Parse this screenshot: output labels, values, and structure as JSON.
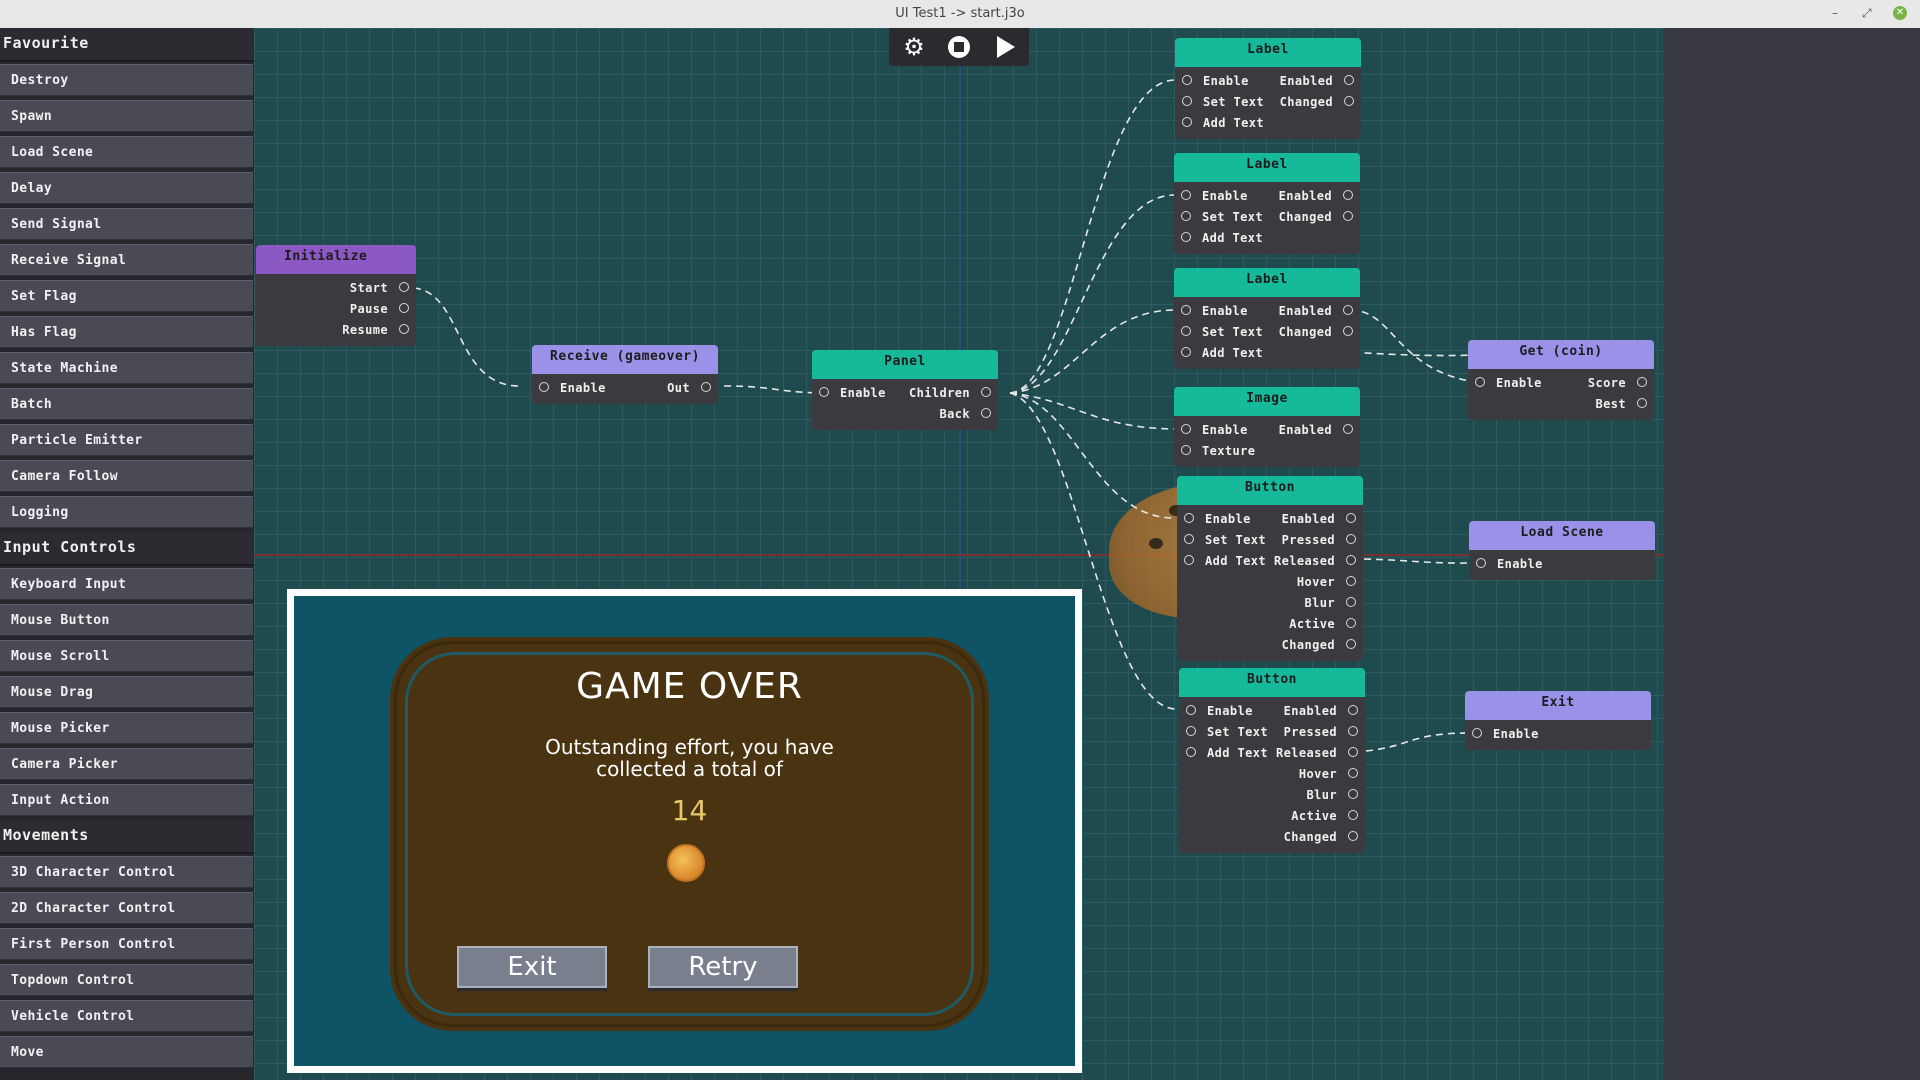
{
  "window": {
    "title": "UI Test1 -> start.j3o"
  },
  "sidebar": {
    "categories": [
      {
        "title": "Favourite",
        "items": [
          "Destroy",
          "Spawn",
          "Load Scene",
          "Delay",
          "Send Signal",
          "Receive Signal",
          "Set Flag",
          "Has Flag",
          "State Machine",
          "Batch",
          "Particle Emitter",
          "Camera Follow",
          "Logging"
        ]
      },
      {
        "title": "Input Controls",
        "items": [
          "Keyboard Input",
          "Mouse Button",
          "Mouse Scroll",
          "Mouse Drag",
          "Mouse Picker",
          "Camera Picker",
          "Input Action"
        ]
      },
      {
        "title": "Movements",
        "items": [
          "3D Character Control",
          "2D Character Control",
          "First Person Control",
          "Topdown Control",
          "Vehicle Control",
          "Move"
        ]
      }
    ]
  },
  "toolbar": {
    "icons": [
      "gear-icon",
      "stop-icon",
      "play-icon"
    ]
  },
  "nodes": {
    "initialize": {
      "title": "Initialize",
      "outputs": [
        "Start",
        "Pause",
        "Resume"
      ]
    },
    "receive": {
      "title": "Receive (gameover)",
      "input": "Enable",
      "output": "Out"
    },
    "panel": {
      "title": "Panel",
      "input": "Enable",
      "outputs": [
        "Children",
        "Back"
      ]
    },
    "label1": {
      "title": "Label",
      "inputs": [
        "Enable",
        "Set Text",
        "Add Text"
      ],
      "outputs": [
        "Enabled",
        "Changed"
      ]
    },
    "label2": {
      "title": "Label",
      "inputs": [
        "Enable",
        "Set Text",
        "Add Text"
      ],
      "outputs": [
        "Enabled",
        "Changed"
      ]
    },
    "label3": {
      "title": "Label",
      "inputs": [
        "Enable",
        "Set Text",
        "Add Text"
      ],
      "outputs": [
        "Enabled",
        "Changed"
      ]
    },
    "image": {
      "title": "Image",
      "inputs": [
        "Enable",
        "Texture"
      ],
      "outputs": [
        "Enabled"
      ]
    },
    "button1": {
      "title": "Button",
      "inputs": [
        "Enable",
        "Set Text",
        "Add Text"
      ],
      "outputs": [
        "Enabled",
        "Pressed",
        "Released",
        "Hover",
        "Blur",
        "Active",
        "Changed"
      ]
    },
    "button2": {
      "title": "Button",
      "inputs": [
        "Enable",
        "Set Text",
        "Add Text"
      ],
      "outputs": [
        "Enabled",
        "Pressed",
        "Released",
        "Hover",
        "Blur",
        "Active",
        "Changed"
      ]
    },
    "getcoin": {
      "title": "Get (coin)",
      "input": "Enable",
      "outputs": [
        "Score",
        "Best"
      ]
    },
    "loadscene": {
      "title": "Load Scene",
      "input": "Enable"
    },
    "exit": {
      "title": "Exit",
      "input": "Enable"
    }
  },
  "game_dialog": {
    "title": "GAME OVER",
    "message_line1": "Outstanding effort, you have",
    "message_line2": "collected a total of",
    "score": "14",
    "exit_label": "Exit",
    "retry_label": "Retry"
  }
}
